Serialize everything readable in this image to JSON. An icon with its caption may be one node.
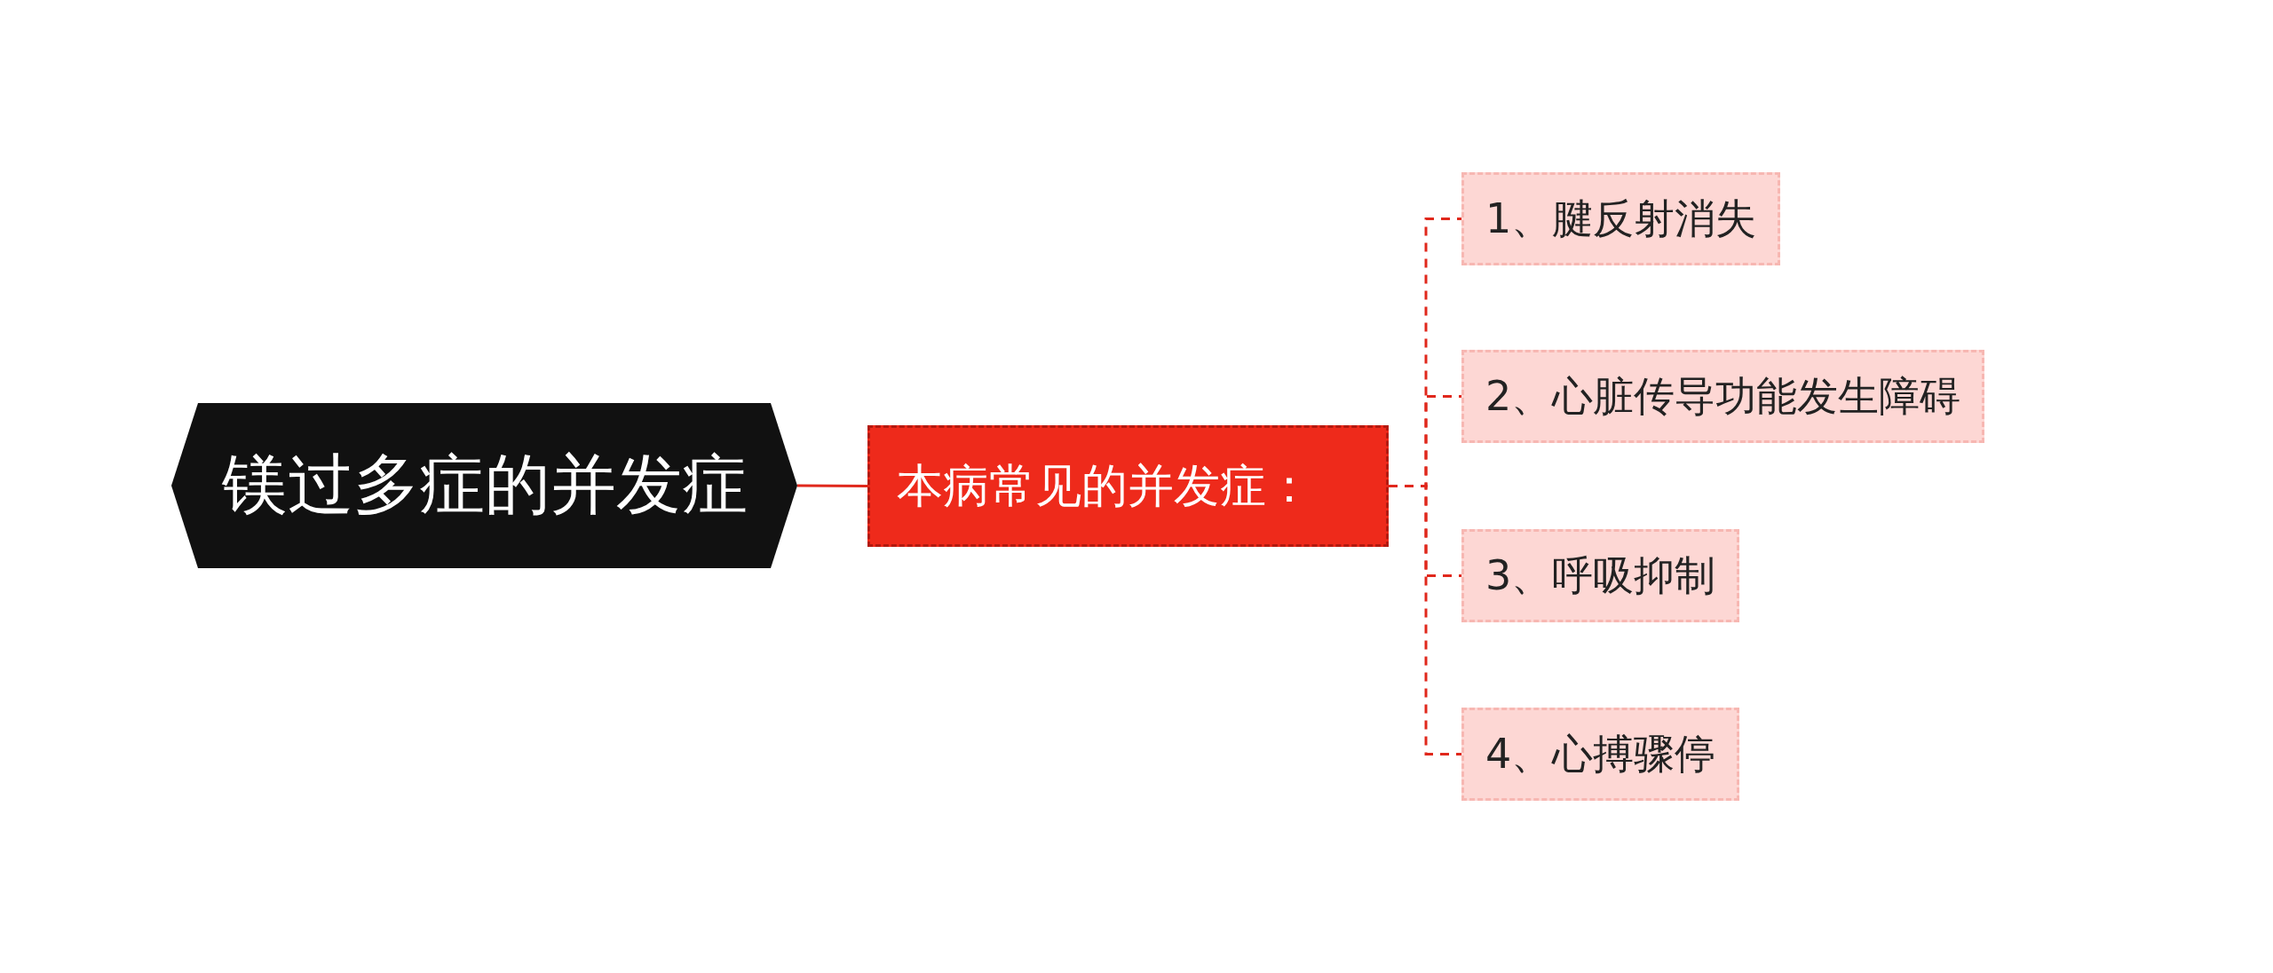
{
  "diagram": {
    "nodes": [
      {
        "text": [
          "镁过多症的并发症"
        ]
      },
      {
        "text": [
          "本病常见的并发症："
        ]
      },
      {
        "text": [
          "1、腱反射消失"
        ]
      },
      {
        "text": [
          "2、心脏传导功能发生障碍"
        ]
      },
      {
        "text": [
          "3、呼吸抑制"
        ]
      },
      {
        "text": [
          "4、心搏骤停"
        ]
      }
    ],
    "edges": [
      {
        "from": 0,
        "to": 1,
        "arrow": "none"
      },
      {
        "from": 1,
        "to": 2,
        "arrow": "none",
        "style": "dashed"
      },
      {
        "from": 1,
        "to": 3,
        "arrow": "none",
        "style": "dashed"
      },
      {
        "from": 1,
        "to": 4,
        "arrow": "none",
        "style": "dashed"
      },
      {
        "from": 1,
        "to": 5,
        "arrow": "none",
        "style": "dashed"
      }
    ]
  }
}
